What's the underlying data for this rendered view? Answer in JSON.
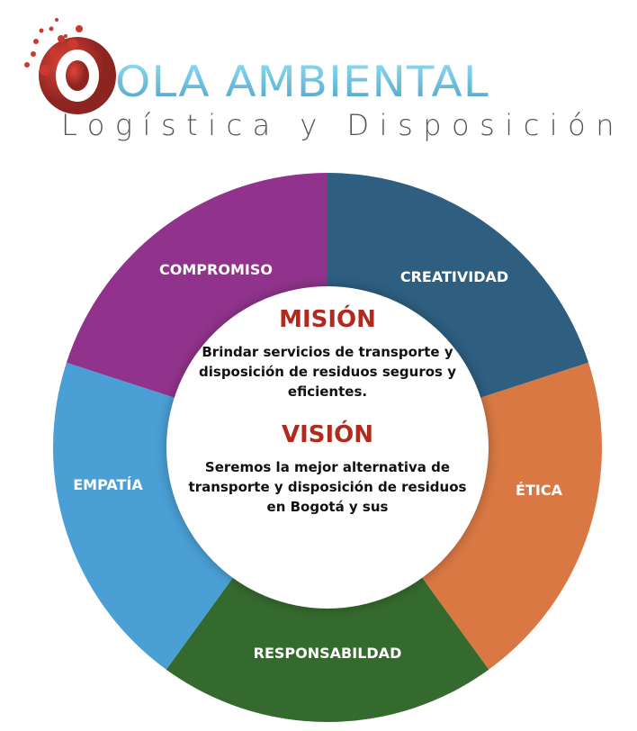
{
  "logo": {
    "brand": "OLA AMBIENTAL",
    "tagline": "Logística y Disposición"
  },
  "segments": [
    {
      "label": "CREATIVIDAD",
      "color": "#2E5F80"
    },
    {
      "label": "ÉTICA",
      "color": "#D97843"
    },
    {
      "label": "RESPONSABILDAD",
      "color": "#356A2E"
    },
    {
      "label": "EMPATÍA",
      "color": "#4A9FD4"
    },
    {
      "label": "COMPROMISO",
      "color": "#91338C"
    }
  ],
  "mission": {
    "title": "MISIÓN",
    "text": "Brindar servicios de transporte y disposición de residuos seguros y eficientes."
  },
  "vision": {
    "title": "VISIÓN",
    "text": "Seremos la mejor alternativa de transporte y disposición de residuos en Bogotá y sus"
  },
  "colors": {
    "heading": "#B02A1E",
    "logo_red": "#C0392B",
    "logo_blue": "#5FB8DE"
  }
}
